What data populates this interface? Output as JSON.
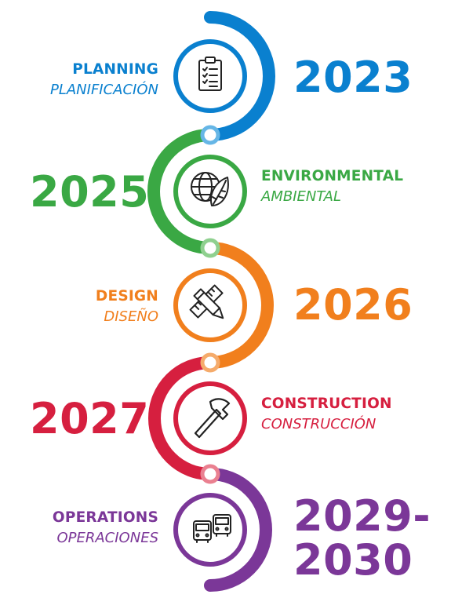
{
  "colors": {
    "planning": "#0a80cf",
    "environmental": "#3aa844",
    "design": "#f17f1d",
    "construction": "#d61f3f",
    "operations": "#7b3798"
  },
  "stages": [
    {
      "key": "planning",
      "en": "PLANNING",
      "es": "PLANIFICACIÓN",
      "year": "2023",
      "icon": "clipboard-checklist-icon"
    },
    {
      "key": "environmental",
      "en": "ENVIRONMENTAL",
      "es": "AMBIENTAL",
      "year": "2025",
      "icon": "globe-leaf-icon"
    },
    {
      "key": "design",
      "en": "DESIGN",
      "es": "DISEÑO",
      "year": "2026",
      "icon": "pencil-ruler-icon"
    },
    {
      "key": "construction",
      "en": "CONSTRUCTION",
      "es": "CONSTRUCCIÓN",
      "year": "2027",
      "icon": "hammer-icon"
    },
    {
      "key": "operations",
      "en": "OPERATIONS",
      "es": "OPERACIONES",
      "year": "2029-",
      "year_line2": "2030",
      "icon": "buses-icon"
    }
  ]
}
